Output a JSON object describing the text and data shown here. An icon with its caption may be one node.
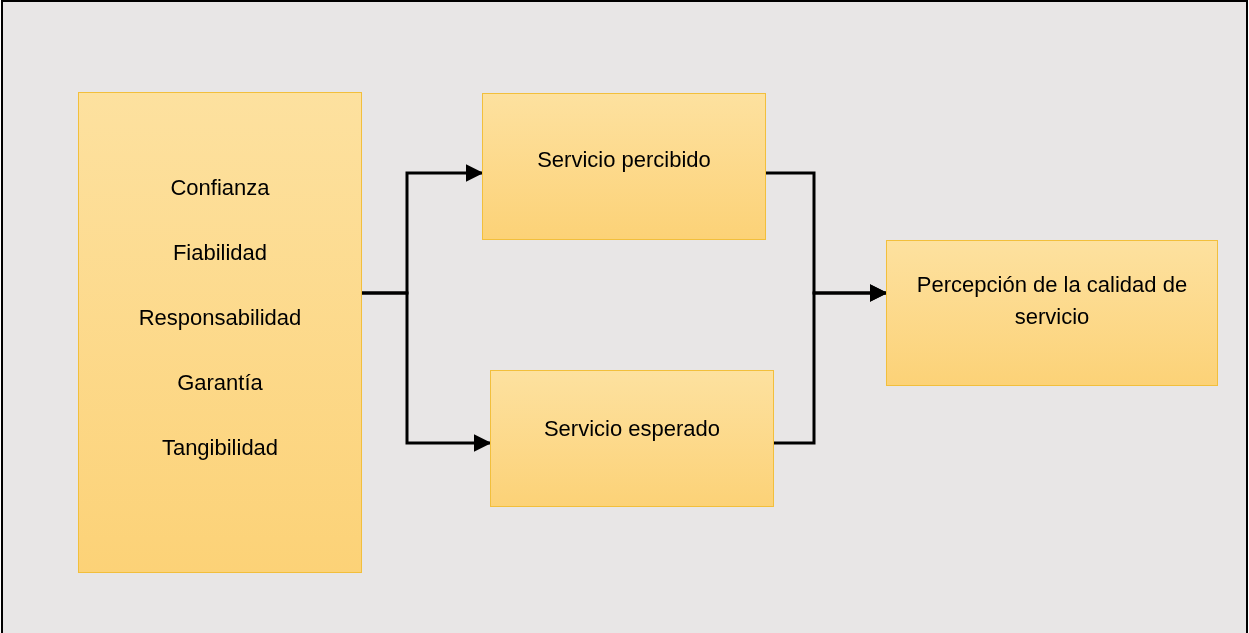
{
  "diagram": {
    "nodes": [
      {
        "text": [
          "Confianza",
          "Fiabilidad",
          "Responsabilidad",
          "Garantía",
          "Tangibilidad"
        ]
      },
      {
        "text": [
          "Servicio percibido"
        ]
      },
      {
        "text": [
          "Servicio esperado"
        ]
      },
      {
        "text": [
          "Percepción de la calidad de servicio"
        ]
      }
    ],
    "edges": [
      {
        "from": 0,
        "to": 1,
        "arrow": "to"
      },
      {
        "from": 0,
        "to": 2,
        "arrow": "to"
      },
      {
        "from": 1,
        "to": 3,
        "arrow": "to"
      },
      {
        "from": 2,
        "to": 3,
        "arrow": "to"
      }
    ]
  }
}
